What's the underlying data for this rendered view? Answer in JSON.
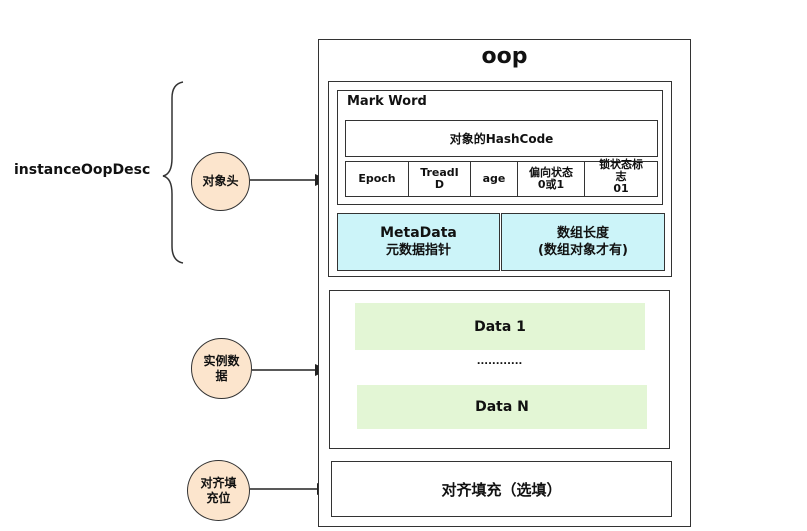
{
  "oop_title": "oop",
  "class_label": "instanceOopDesc",
  "mark_word": {
    "title": "Mark Word",
    "hashcode": "对象的HashCode",
    "fields": [
      {
        "line1": "Epoch",
        "line2": ""
      },
      {
        "line1": "TreadI",
        "line2": "D"
      },
      {
        "line1": "age",
        "line2": ""
      },
      {
        "line1": "偏向状态",
        "line2": "0或1"
      },
      {
        "line1": "锁状态标",
        "line2": "志",
        "line3": "01"
      }
    ]
  },
  "metadata": {
    "line1": "MetaData",
    "line2": "元数据指针"
  },
  "array_length": {
    "line1": "数组长度",
    "line2": "(数组对象才有)"
  },
  "instance_data": {
    "first": "Data 1",
    "ellipsis": "............",
    "last": "Data N"
  },
  "padding": "对齐填充（选填）",
  "labels": {
    "header": "对象头",
    "instance_line1": "实例数",
    "instance_line2": "据",
    "padding_line1": "对齐填",
    "padding_line2": "充位"
  },
  "colors": {
    "circle_fill": "#fce5cd",
    "cyan_fill": "#ccf4f9",
    "green_fill": "#e3f6d5"
  }
}
